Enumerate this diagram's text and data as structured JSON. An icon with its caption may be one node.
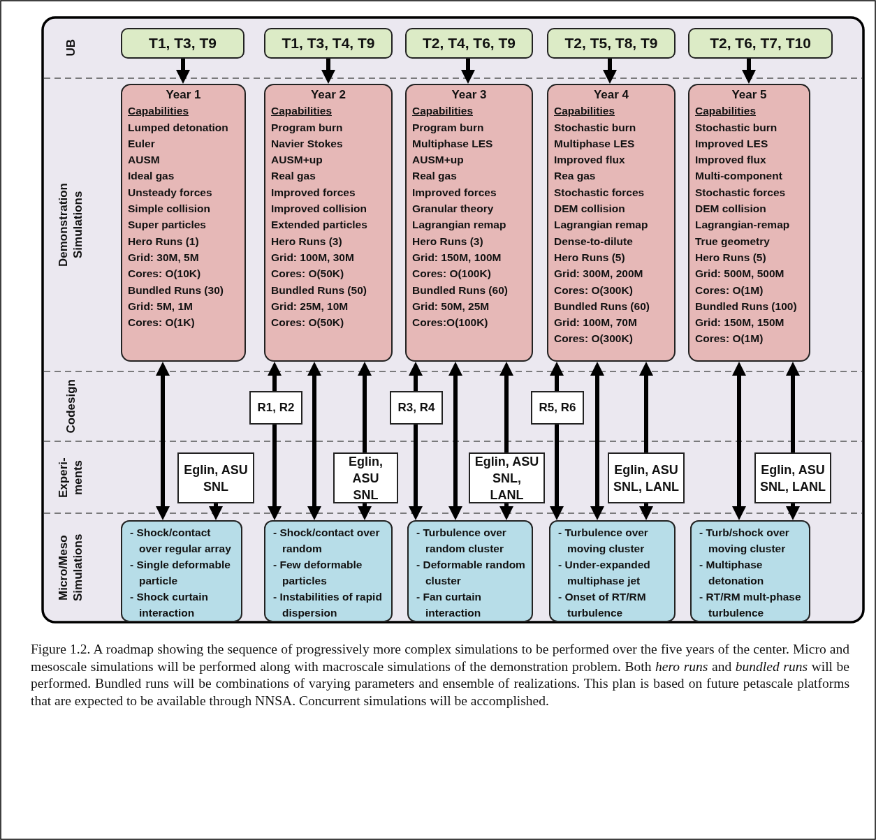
{
  "diagram": {
    "caption": "Figure 1.2. A roadmap showing the sequence of progressively more complex simulations to be performed over the five years of the center. Micro and mesoscale simulations will be performed along with macroscale simulations of the demonstration problem. Both *hero runs* and *bundled runs* will be performed. Bundled runs will be combinations of varying parameters and ensemble of realizations. This plan is based on future petascale platforms that are expected to be available through NNSA. Concurrent simulations will be accomplished.",
    "nodes": [
      {
        "text": [
          "T1, T3, T9"
        ]
      },
      {
        "text": [
          "T1, T3, T4, T9"
        ]
      },
      {
        "text": [
          "T2, T4, T6, T9"
        ]
      },
      {
        "text": [
          "T2, T5, T8, T9"
        ]
      },
      {
        "text": [
          "T2, T6, T7, T10"
        ]
      },
      {
        "text": [
          "Year 1",
          "Capabilities",
          "Lumped detonation",
          "Euler",
          "AUSM",
          "Ideal gas",
          "Unsteady forces",
          "Simple collision",
          "Super particles",
          "Hero Runs (1)",
          "Grid: 30M, 5M",
          "Cores: O(10K)",
          "Bundled Runs (30)",
          "Grid: 5M, 1M",
          "Cores: O(1K)"
        ]
      },
      {
        "text": [
          "Year 2",
          "Capabilities",
          "Program burn",
          "Navier Stokes",
          "AUSM+up",
          "Real gas",
          "Improved forces",
          "Improved collision",
          "Extended particles",
          "Hero Runs (3)",
          "Grid: 100M, 30M",
          "Cores: O(50K)",
          "Bundled Runs (50)",
          "Grid: 25M, 10M",
          "Cores: O(50K)"
        ]
      },
      {
        "text": [
          "Year 3",
          "Capabilities",
          "Program burn",
          "Multiphase LES",
          "AUSM+up",
          "Real gas",
          "Improved forces",
          "Granular theory",
          "Lagrangian remap",
          "Hero Runs (3)",
          "Grid: 150M, 100M",
          "Cores: O(100K)",
          "Bundled Runs (60)",
          "Grid: 50M, 25M",
          "Cores:O(100K)"
        ]
      },
      {
        "text": [
          "Year 4",
          "Capabilities",
          "Stochastic burn",
          "Multiphase LES",
          "Improved flux",
          "Rea gas",
          "Stochastic forces",
          "DEM collision",
          "Lagrangian remap",
          "Dense-to-dilute",
          "Hero Runs (5)",
          "Grid: 300M, 200M",
          "Cores: O(300K)",
          "Bundled Runs (60)",
          "Grid: 100M, 70M",
          "Cores: O(300K)"
        ]
      },
      {
        "text": [
          "Year 5",
          "Capabilities",
          "Stochastic burn",
          "Improved LES",
          "Improved flux",
          "Multi-component",
          "Stochastic forces",
          "DEM collision",
          "Lagrangian-remap",
          "True geometry",
          "Hero Runs (5)",
          "Grid: 500M, 500M",
          "Cores: O(1M)",
          "Bundled Runs (100)",
          "Grid: 150M, 150M",
          "Cores: O(1M)"
        ]
      },
      {
        "text": [
          "R1, R2"
        ]
      },
      {
        "text": [
          "R3, R4"
        ]
      },
      {
        "text": [
          "R5, R6"
        ]
      },
      {
        "text": [
          "Eglin, ASU SNL"
        ]
      },
      {
        "text": [
          "Eglin, ASU SNL"
        ]
      },
      {
        "text": [
          "Eglin, ASU SNL, LANL"
        ]
      },
      {
        "text": [
          "Eglin, ASU SNL, LANL"
        ]
      },
      {
        "text": [
          "Eglin, ASU SNL, LANL"
        ]
      },
      {
        "text": [
          "- Shock/contact over regular array",
          "- Single deformable particle",
          "- Shock curtain interaction"
        ]
      },
      {
        "text": [
          "- Shock/contact over random",
          "- Few deformable particles",
          "- Instabilities of rapid dispersion"
        ]
      },
      {
        "text": [
          "- Turbulence over random cluster",
          "- Deformable random cluster",
          "- Fan curtain interaction"
        ]
      },
      {
        "text": [
          "- Turbulence over moving cluster",
          "- Under-expanded multiphase jet",
          "- Onset of RT/RM turbulence"
        ]
      },
      {
        "text": [
          "- Turb/shock over moving cluster",
          "- Multiphase detonation",
          "- RT/RM mult-phase turbulence"
        ]
      }
    ],
    "edges": [
      {
        "from": 0,
        "to": 5,
        "arrow": "to"
      },
      {
        "from": 1,
        "to": 6,
        "arrow": "to"
      },
      {
        "from": 2,
        "to": 7,
        "arrow": "to"
      },
      {
        "from": 3,
        "to": 8,
        "arrow": "to"
      },
      {
        "from": 4,
        "to": 9,
        "arrow": "to"
      },
      {
        "from": 5,
        "to": 18,
        "arrow": "both"
      },
      {
        "from": 13,
        "to": 18,
        "arrow": "to"
      },
      {
        "from": 10,
        "to": 6,
        "arrow": "to"
      },
      {
        "from": 10,
        "to": 19,
        "arrow": "to"
      },
      {
        "from": 6,
        "to": 19,
        "arrow": "both"
      },
      {
        "from": 14,
        "to": 6,
        "arrow": "to"
      },
      {
        "from": 14,
        "to": 19,
        "arrow": "to"
      },
      {
        "from": 11,
        "to": 7,
        "arrow": "to"
      },
      {
        "from": 11,
        "to": 20,
        "arrow": "to"
      },
      {
        "from": 7,
        "to": 20,
        "arrow": "both"
      },
      {
        "from": 15,
        "to": 7,
        "arrow": "to"
      },
      {
        "from": 15,
        "to": 20,
        "arrow": "to"
      },
      {
        "from": 12,
        "to": 8,
        "arrow": "to"
      },
      {
        "from": 12,
        "to": 21,
        "arrow": "to"
      },
      {
        "from": 8,
        "to": 21,
        "arrow": "both"
      },
      {
        "from": 16,
        "to": 8,
        "arrow": "to"
      },
      {
        "from": 16,
        "to": 21,
        "arrow": "to"
      },
      {
        "from": 9,
        "to": 22,
        "arrow": "both"
      },
      {
        "from": 17,
        "to": 9,
        "arrow": "to"
      },
      {
        "from": 17,
        "to": 22,
        "arrow": "to"
      }
    ],
    "labels": [
      "UB",
      "Demonstration Simulations",
      "Codesign",
      "Experi- ments",
      "Micro/Meso Simulations"
    ]
  }
}
